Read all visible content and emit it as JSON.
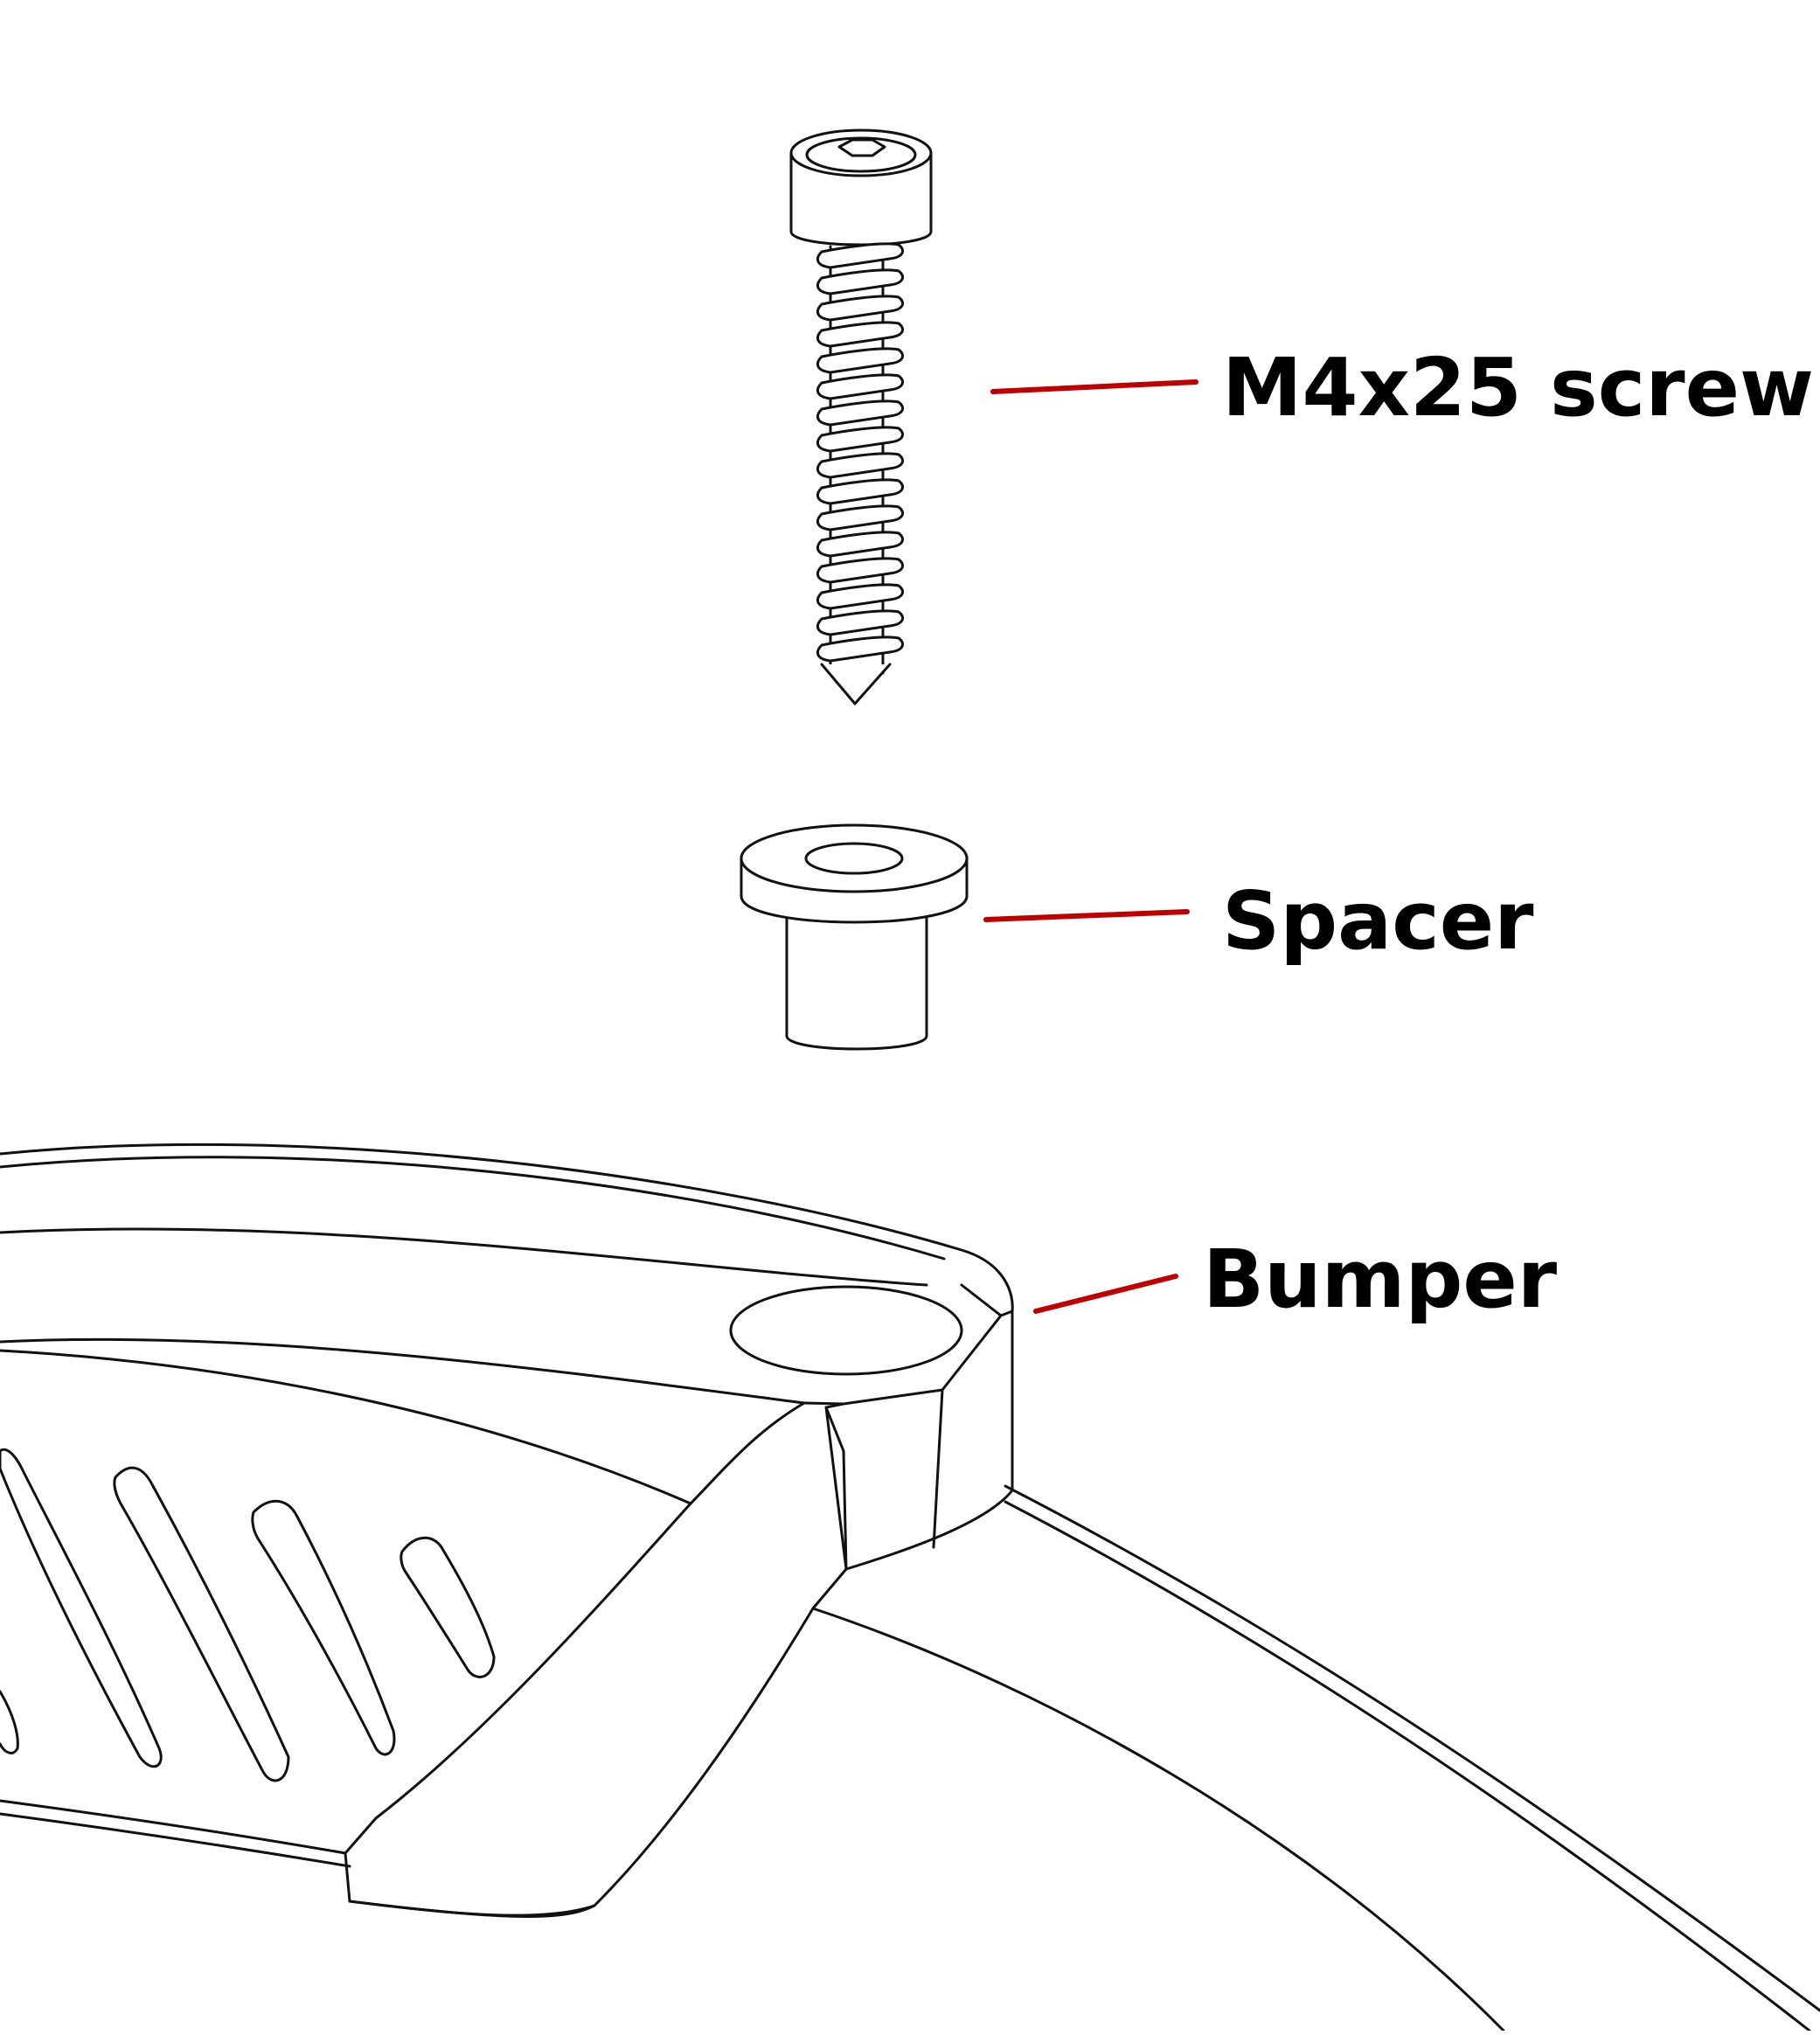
{
  "labels": {
    "screw": "M4x25 screw",
    "spacer": "Spacer",
    "bumper": "Bumper"
  },
  "colors": {
    "leader": "#c00000",
    "linework": "#111111",
    "background": "#ffffff"
  }
}
